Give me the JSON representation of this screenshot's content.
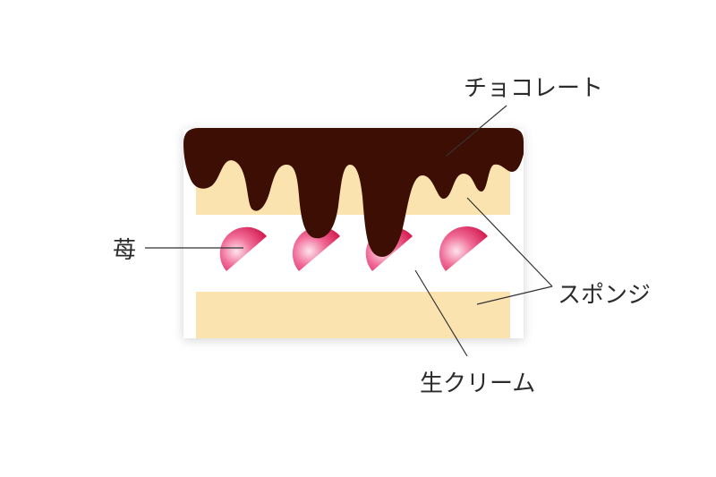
{
  "labels": {
    "chocolate": "チョコレート",
    "strawberry": "苺",
    "sponge": "スポンジ",
    "cream": "生クリーム"
  },
  "colors": {
    "chocolate": "#3d0f04",
    "sponge": "#fbe3b0",
    "cream": "#ffffff",
    "cake_shadow": "#f2ddd4",
    "strawberry_light": "#fde4ec",
    "strawberry_mid": "#f06a96",
    "strawberry_dark": "#d1144a",
    "leader_line": "#333333",
    "label_text": "#2b2b2b"
  }
}
